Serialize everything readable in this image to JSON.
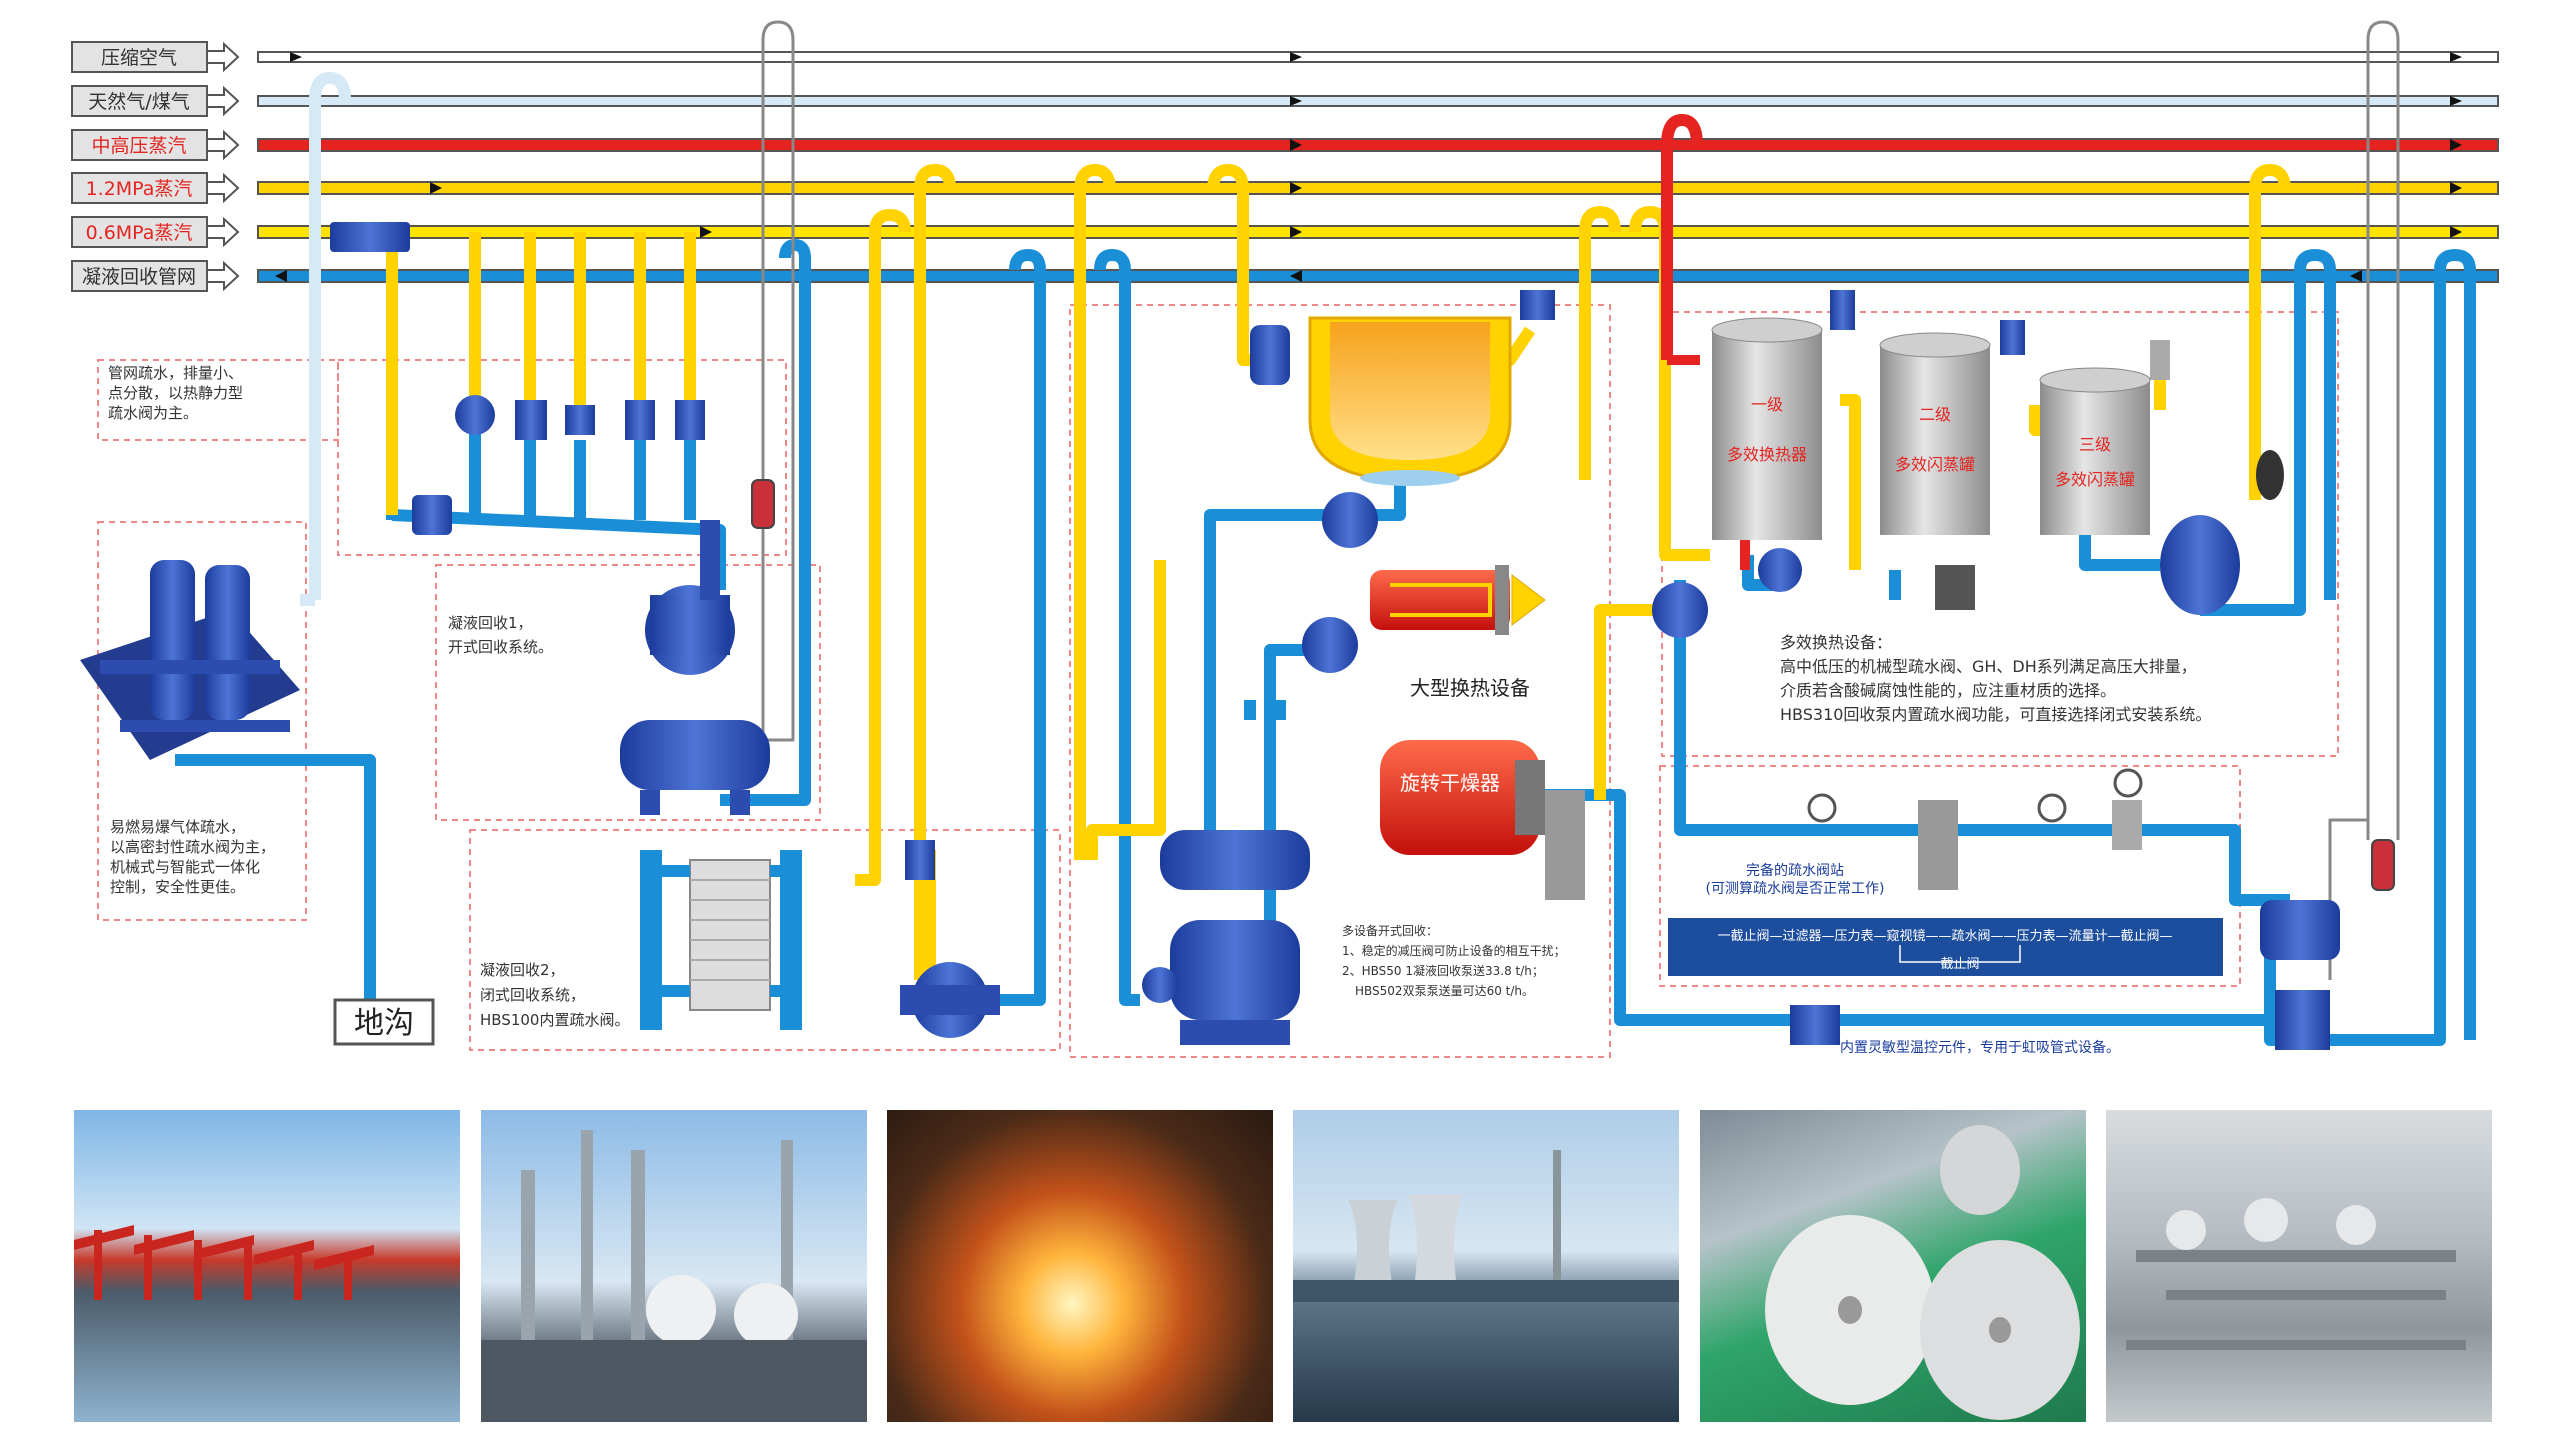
{
  "pipe_labels": [
    {
      "label": "压缩空气",
      "color": "#ffffff",
      "text_color": "#333333"
    },
    {
      "label": "天然气/煤气",
      "color": "#d6e9f7",
      "text_color": "#333333"
    },
    {
      "label": "中高压蒸汽",
      "color": "#e52421",
      "text_color": "#e52421"
    },
    {
      "label": "1.2MPa蒸汽",
      "color": "#ffd200",
      "text_color": "#e52421"
    },
    {
      "label": "0.6MPa蒸汽",
      "color": "#ffe400",
      "text_color": "#e52421"
    },
    {
      "label": "凝液回收管网",
      "color": "#1a8fd8",
      "text_color": "#333333"
    }
  ],
  "notes": {
    "pipe_network": [
      "管网疏水，排量小、",
      "点分散，以热静力型",
      "疏水阀为主。"
    ],
    "flammable_gas": [
      "易燃易爆气体疏水，",
      "以高密封性疏水阀为主，",
      "机械式与智能式一体化",
      "控制，安全性更佳。"
    ],
    "drain_ditch": "地沟",
    "recovery_1": [
      "凝液回收1，",
      "开式回收系统。"
    ],
    "recovery_2": [
      "凝液回收2，",
      "闭式回收系统，",
      "HBS100内置疏水阀。"
    ],
    "multi_open": [
      "多设备开式回收：",
      "1、稳定的减压阀可防止设备的相互干扰；",
      "2、HBS50 1凝液回收泵送33.8 t/h；",
      "HBS502双泵泵送量可达60 t/h。"
    ],
    "large_exchanger": "大型换热设备",
    "rotary_dryer": "旋转干燥器",
    "multi_effect": [
      "多效换热设备：",
      "高中低压的机械型疏水阀、GH、DH系列满足高压大排量，",
      "介质若含酸碱腐蚀性能的，应注重材质的选择。",
      "HBS310回收泵内置疏水阀功能，可直接选择闭式安装系统。"
    ],
    "trap_station_title": [
      "完备的疏水阀站",
      "(可测算疏水阀是否正常工作)"
    ],
    "trap_station_flow": "一截止阀—过滤器—压力表—窥视镜——疏水阀——压力表—流量计—截止阀—",
    "trap_station_bypass": "截止阀",
    "siphon_note": "内置灵敏型温控元件，专用于虹吸管式设备。"
  },
  "tanks": [
    {
      "line1": "一级",
      "line2": "多效换热器"
    },
    {
      "line1": "二级",
      "line2": "多效闪蒸罐"
    },
    {
      "line1": "三级",
      "line2": "多效闪蒸罐"
    }
  ],
  "photos": [
    {
      "subject": "oil-pumpjacks"
    },
    {
      "subject": "chemical-plant"
    },
    {
      "subject": "steel-furnace"
    },
    {
      "subject": "power-plant"
    },
    {
      "subject": "paper-rolls"
    },
    {
      "subject": "bottling-line"
    }
  ]
}
